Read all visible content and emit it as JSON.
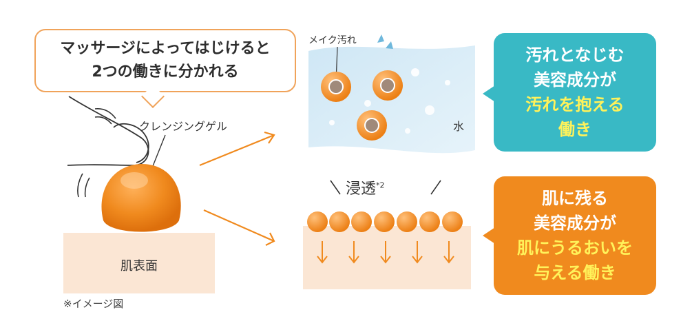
{
  "bubble": {
    "line1": "マッサージによってはじけると",
    "line2": "2つの働きに分かれる"
  },
  "gel_label": "クレンジングゲル",
  "skin_label": "肌表面",
  "note": "※イメージ図",
  "makeup_label": "メイク汚れ",
  "water_label": "水",
  "penetration": {
    "label": "浸透",
    "footnote": "*2"
  },
  "panel_top": {
    "line1": "汚れとなじむ",
    "line2": "美容成分が",
    "line3": "汚れを抱える",
    "line4": "働き"
  },
  "panel_bottom": {
    "line1": "肌に残る",
    "line2": "美容成分が",
    "line3": "肌にうるおいを",
    "line4": "与える働き"
  },
  "colors": {
    "orange": "#f08a1e",
    "teal": "#39b9c5",
    "highlight": "#fff25a",
    "skin": "#fbe6d4",
    "water": "#d6ecf7"
  }
}
